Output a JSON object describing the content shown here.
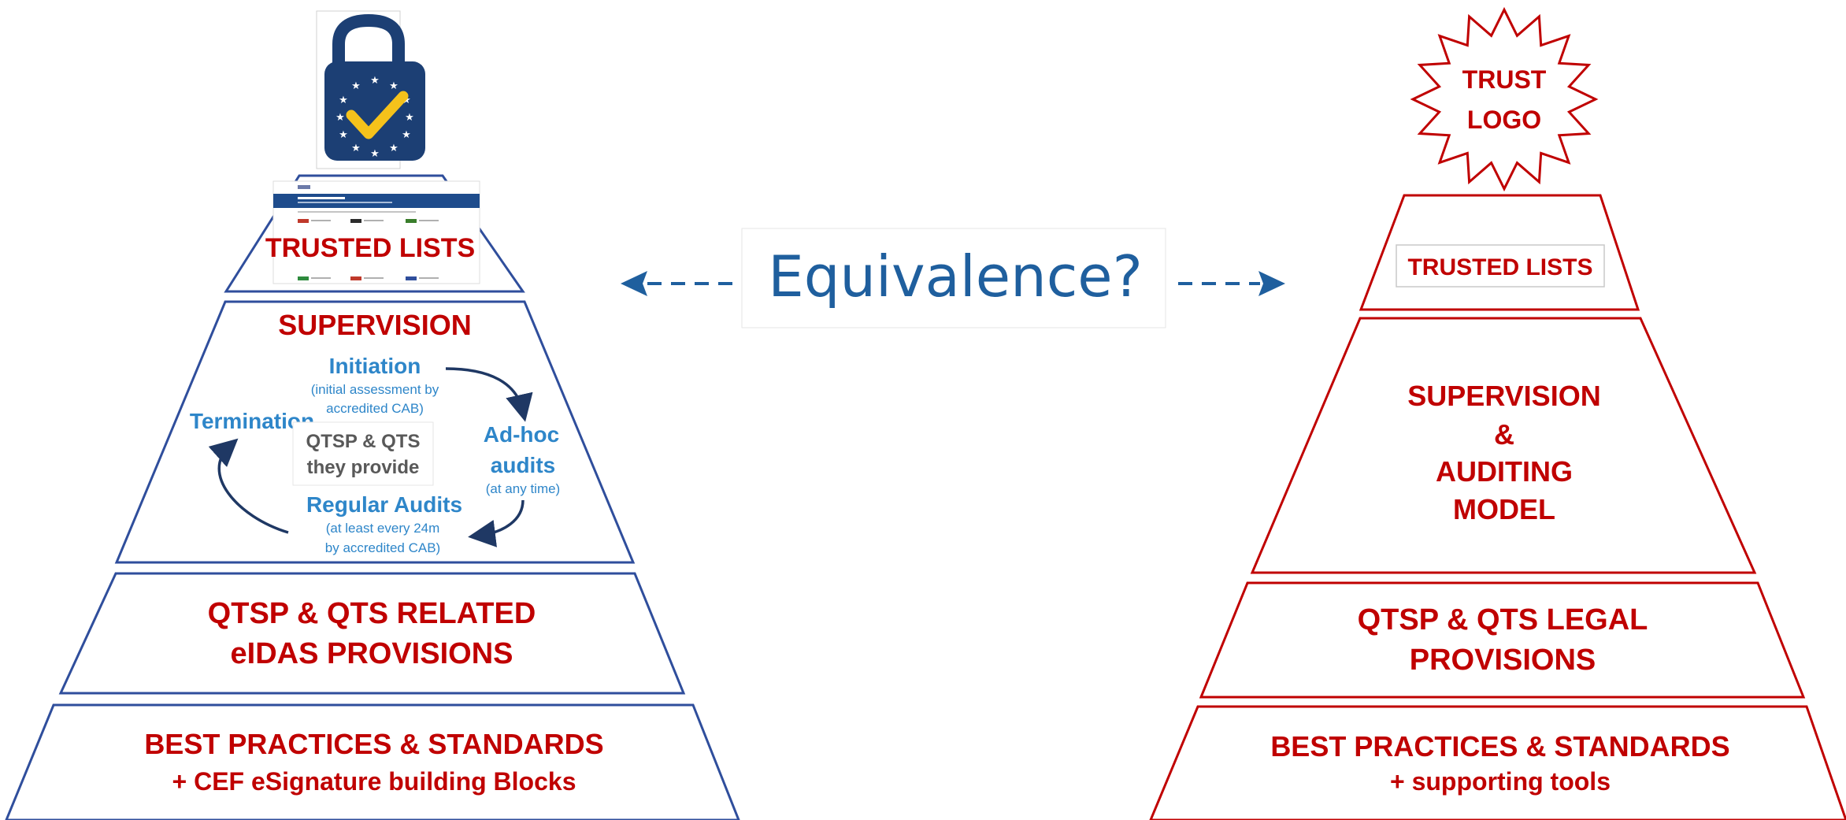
{
  "left_pyramid": {
    "logo_icon": "eu-trust-mark-padlock-icon",
    "trusted_lists_label": "TRUSTED LISTS",
    "supervision_title": "SUPERVISION",
    "cycle": {
      "initiation_title": "Initiation",
      "initiation_note_1": "(initial assessment by",
      "initiation_note_2": "accredited CAB)",
      "adhoc_title_1": "Ad-hoc",
      "adhoc_title_2": "audits",
      "adhoc_note": "(at any time)",
      "regular_title": "Regular Audits",
      "regular_note_1": "(at least every 24m",
      "regular_note_2": "by accredited CAB)",
      "termination_title": "Termination",
      "center_line_1": "QTSP & QTS",
      "center_line_2": "they provide"
    },
    "provisions_line_1": "QTSP & QTS RELATED",
    "provisions_line_2": "eIDAS PROVISIONS",
    "best_line_1": "BEST PRACTICES & STANDARDS",
    "best_line_2": "+ CEF eSignature building Blocks"
  },
  "center": {
    "equivalence_label": "Equivalence?"
  },
  "right_pyramid": {
    "logo_line_1": "TRUST",
    "logo_line_2": "LOGO",
    "trusted_lists_label": "TRUSTED LISTS",
    "supervision_line_1": "SUPERVISION",
    "supervision_line_2": "&",
    "supervision_line_3": "AUDITING",
    "supervision_line_4": "MODEL",
    "provisions_line_1": "QTSP & QTS LEGAL",
    "provisions_line_2": "PROVISIONS",
    "best_line_1": "BEST PRACTICES & STANDARDS",
    "best_line_2": "+ supporting tools"
  },
  "colors": {
    "left_outline": "#2f4e9c",
    "right_outline": "#c00000",
    "title_red": "#c00000",
    "cycle_blue": "#2e86c9",
    "arrow_navy": "#1f3864",
    "equivalence_blue": "#1f5f9e",
    "logo_navy": "#1c3f74",
    "checkmark_yellow": "#f5c21b"
  }
}
